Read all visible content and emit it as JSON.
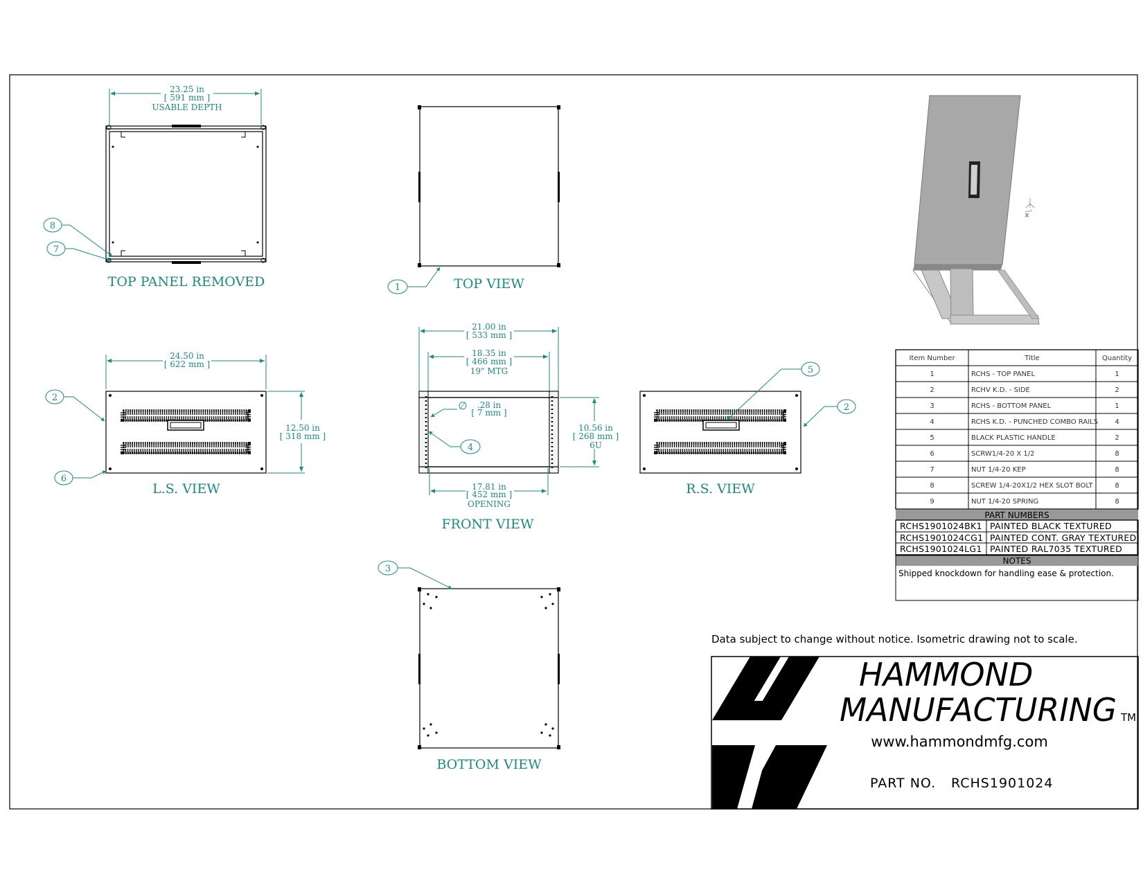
{
  "views": {
    "top_panel_removed": {
      "title": "TOP PANEL REMOVED",
      "dim_in": "23.25 in",
      "dim_mm": "[ 591 mm ]",
      "dim_label": "USABLE DEPTH",
      "balloons": [
        "8",
        "7"
      ]
    },
    "top_view": {
      "title": "TOP VIEW",
      "balloon": "1"
    },
    "ls_view": {
      "title": "L.S. VIEW",
      "width_in": "24.50 in",
      "width_mm": "[ 622 mm ]",
      "height_in": "12.50 in",
      "height_mm": "[ 318 mm ]",
      "balloons": [
        "2",
        "6"
      ]
    },
    "front_view": {
      "title": "FRONT VIEW",
      "overall_in": "21.00 in",
      "overall_mm": "[ 533 mm ]",
      "mtg_in": "18.35 in",
      "mtg_mm": "[ 466 mm ]",
      "mtg_label": "19\" MTG",
      "hole_in": ".28 in",
      "hole_mm": "[ 7 mm ]",
      "hole_symbol": "∅",
      "height_in": "10.56 in",
      "height_mm": "[ 268 mm ]",
      "height_u": "6U",
      "open_in": "17.81 in",
      "open_mm": "[ 452 mm ]",
      "open_label": "OPENING",
      "balloon": "4"
    },
    "rs_view": {
      "title": "R.S. VIEW",
      "balloons": [
        "5",
        "2"
      ]
    },
    "bottom_view": {
      "title": "BOTTOM VIEW",
      "balloon": "3"
    }
  },
  "bom": {
    "headers": [
      "Item Number",
      "Title",
      "Quantity"
    ],
    "rows": [
      [
        "1",
        "RCHS - TOP PANEL",
        "1"
      ],
      [
        "2",
        "RCHV K.D. - SIDE",
        "2"
      ],
      [
        "3",
        "RCHS - BOTTOM PANEL",
        "1"
      ],
      [
        "4",
        "RCHS K.D. - PUNCHED COMBO RAILS",
        "4"
      ],
      [
        "5",
        "BLACK PLASTIC HANDLE",
        "2"
      ],
      [
        "6",
        "SCRW1/4-20 X 1/2",
        "8"
      ],
      [
        "7",
        "NUT 1/4-20 KEP",
        "8"
      ],
      [
        "8",
        "SCREW 1/4-20X1/2 HEX SLOT BOLT",
        "8"
      ],
      [
        "9",
        "NUT 1/4-20 SPRING",
        "8"
      ]
    ]
  },
  "part_numbers": {
    "header": "PART NUMBERS",
    "rows": [
      [
        "RCHS1901024BK1",
        "PAINTED BLACK TEXTURED"
      ],
      [
        "RCHS1901024CG1",
        "PAINTED CONT. GRAY TEXTURED"
      ],
      [
        "RCHS1901024LG1",
        "PAINTED RAL7035 TEXTURED"
      ]
    ]
  },
  "notes": {
    "header": "NOTES",
    "text": "Shipped knockdown for handling ease & protection."
  },
  "disclaimer": "Data subject to change without notice. Isometric drawing not to scale.",
  "title_block": {
    "brand_line1": "HAMMOND",
    "brand_line2": "MANUFACTURING",
    "trademark": "TM",
    "url": "www.hammondmfg.com",
    "part_no_label": "PART NO.",
    "part_no": "RCHS1901024"
  },
  "colors": {
    "annotation": "#1a8a82",
    "line": "#000000",
    "table_header": "#999999"
  }
}
